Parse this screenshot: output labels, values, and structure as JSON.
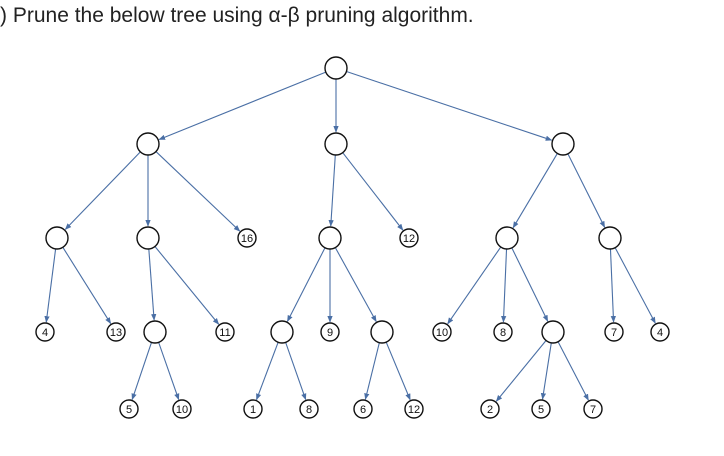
{
  "question": {
    "marker": ")",
    "text": "Prune the below tree using α-β pruning algorithm."
  },
  "tree": {
    "nodes": [
      {
        "id": "root"
      },
      {
        "id": "a",
        "parent": "root"
      },
      {
        "id": "b",
        "parent": "root"
      },
      {
        "id": "c",
        "parent": "root"
      },
      {
        "id": "a1",
        "parent": "a"
      },
      {
        "id": "a2",
        "parent": "a"
      },
      {
        "id": "a3",
        "parent": "a",
        "value": "16"
      },
      {
        "id": "a1x",
        "parent": "a1",
        "value": "4"
      },
      {
        "id": "a1y",
        "parent": "a1",
        "value": "13"
      },
      {
        "id": "a2m",
        "parent": "a2"
      },
      {
        "id": "a2n",
        "parent": "a2",
        "value": "11"
      },
      {
        "id": "a2m1",
        "parent": "a2m",
        "value": "5"
      },
      {
        "id": "a2m2",
        "parent": "a2m",
        "value": "10"
      },
      {
        "id": "b1",
        "parent": "b"
      },
      {
        "id": "b2",
        "parent": "b",
        "value": "12"
      },
      {
        "id": "b1x",
        "parent": "b1"
      },
      {
        "id": "b1y",
        "parent": "b1",
        "value": "9"
      },
      {
        "id": "b1z",
        "parent": "b1"
      },
      {
        "id": "b1x1",
        "parent": "b1x",
        "value": "1"
      },
      {
        "id": "b1x2",
        "parent": "b1x",
        "value": "8"
      },
      {
        "id": "b1z1",
        "parent": "b1z",
        "value": "6"
      },
      {
        "id": "b1z2",
        "parent": "b1z",
        "value": "12"
      },
      {
        "id": "c1",
        "parent": "c"
      },
      {
        "id": "c2",
        "parent": "c"
      },
      {
        "id": "c1x",
        "parent": "c1",
        "value": "10"
      },
      {
        "id": "c1y",
        "parent": "c1",
        "value": "8"
      },
      {
        "id": "c1z",
        "parent": "c1"
      },
      {
        "id": "c1z1",
        "parent": "c1z",
        "value": "2"
      },
      {
        "id": "c1z2",
        "parent": "c1z",
        "value": "5"
      },
      {
        "id": "c1z3",
        "parent": "c1z",
        "value": "7"
      },
      {
        "id": "c2x",
        "parent": "c2",
        "value": "7"
      },
      {
        "id": "c2y",
        "parent": "c2",
        "value": "4"
      }
    ]
  }
}
